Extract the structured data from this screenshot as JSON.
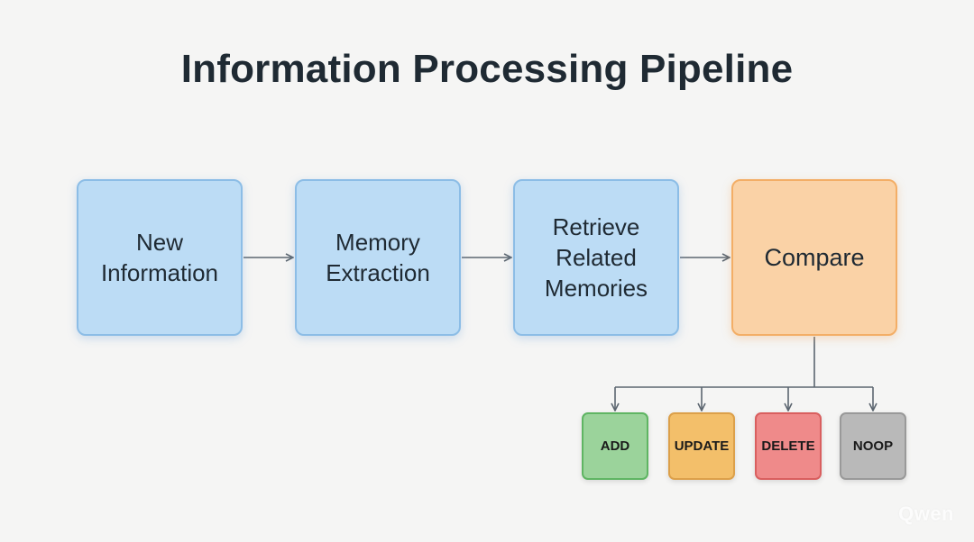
{
  "title": "Information Processing Pipeline",
  "stages": [
    {
      "id": "new-information",
      "label": "New\nInformation",
      "color": "#bcdcf5"
    },
    {
      "id": "memory-extraction",
      "label": "Memory\nExtraction",
      "color": "#bcdcf5"
    },
    {
      "id": "retrieve-related-memories",
      "label": "Retrieve\nRelated\nMemories",
      "color": "#bcdcf5"
    },
    {
      "id": "compare",
      "label": "Compare",
      "color": "#fad2a6"
    }
  ],
  "outcomes": [
    {
      "id": "add",
      "label": "ADD",
      "color": "#9bd39b"
    },
    {
      "id": "update",
      "label": "UPDATE",
      "color": "#f3bf6a"
    },
    {
      "id": "delete",
      "label": "DELETE",
      "color": "#ef8a8a"
    },
    {
      "id": "noop",
      "label": "NOOP",
      "color": "#b9b9b9"
    }
  ],
  "watermark": "Qwen"
}
